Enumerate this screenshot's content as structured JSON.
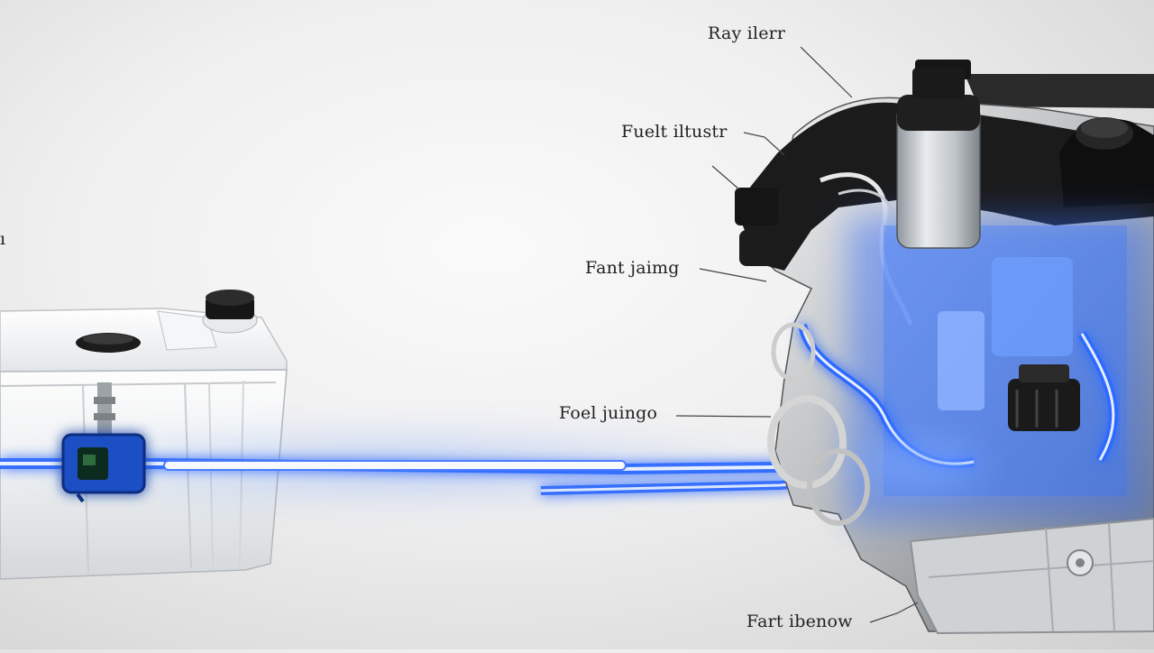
{
  "labels": {
    "radiator": "Ray ilerr",
    "fuel_filter": "Fuelt iltustr",
    "fuel_pump": "Fant jaimg",
    "fuel_line": "Foel juingo",
    "oil_pan": "Fart ibenow",
    "left_edge": "ı"
  },
  "colors": {
    "fuel_glow": "#2f6bff",
    "fuel_core": "#e8f0ff",
    "tank_body": "#e9ecef",
    "engine_dark": "#1b1b1b",
    "background": "#ececec"
  },
  "icons": {
    "tank_cap": "cap-icon",
    "pump_module": "fuel-pump-icon",
    "filter_canister": "filter-canister-icon"
  }
}
